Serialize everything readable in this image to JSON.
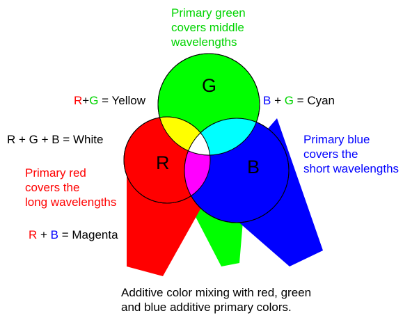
{
  "colors": {
    "red": "#ff0000",
    "green": "#00ff00",
    "blue": "#0000ff",
    "yellow": "#ffff00",
    "cyan": "#00ffff",
    "magenta": "#ff00ff",
    "white": "#ffffff",
    "green_text": "#00d400"
  },
  "circles": {
    "red": "R",
    "green": "G",
    "blue": "B"
  },
  "labels": {
    "green_primary": [
      "Primary green",
      "covers middle",
      "wavelengths"
    ],
    "red_primary": [
      "Primary red",
      "covers the",
      "long wavelengths"
    ],
    "blue_primary": [
      "Primary blue",
      "covers the",
      "short wavelengths"
    ],
    "yellow": {
      "r": "R",
      "plus": "+",
      "g": "G",
      "rest": " = Yellow"
    },
    "cyan": {
      "b": "B",
      "plus": " + ",
      "g": "G",
      "rest": " = Cyan"
    },
    "magenta": {
      "r": "R",
      "plus": " + ",
      "b": "B",
      "rest": " = Magenta"
    },
    "white": "R + G + B = White",
    "caption": [
      "Additive color mixing with red, green",
      "and blue additive primary colors."
    ]
  }
}
